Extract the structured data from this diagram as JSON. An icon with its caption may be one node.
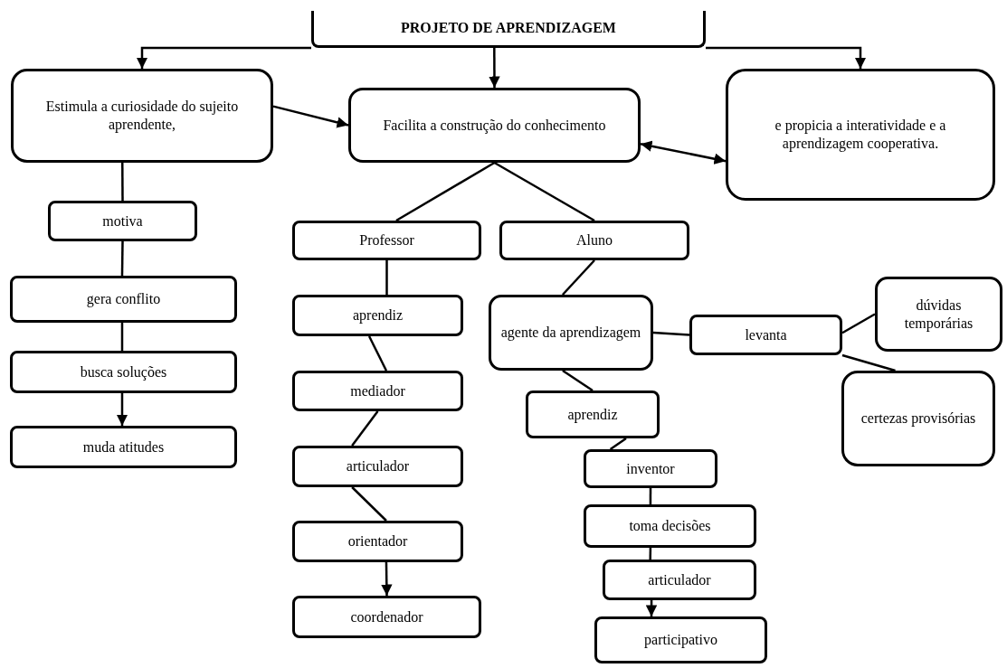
{
  "diagram": {
    "nodes": [
      {
        "text": [
          "PROJETO DE APRENDIZAGEM"
        ]
      },
      {
        "text": [
          "Estimula a curiosidade do sujeito aprendente,"
        ]
      },
      {
        "text": [
          "Facilita a construção do conhecimento"
        ]
      },
      {
        "text": [
          "e propicia a interatividade e a aprendizagem cooperativa."
        ]
      },
      {
        "text": [
          "motiva"
        ]
      },
      {
        "text": [
          "gera conflito"
        ]
      },
      {
        "text": [
          "busca soluções"
        ]
      },
      {
        "text": [
          "muda atitudes"
        ]
      },
      {
        "text": [
          "Professor"
        ]
      },
      {
        "text": [
          "Aluno"
        ]
      },
      {
        "text": [
          "aprendiz"
        ]
      },
      {
        "text": [
          "mediador"
        ]
      },
      {
        "text": [
          "articulador"
        ]
      },
      {
        "text": [
          "orientador"
        ]
      },
      {
        "text": [
          "coordenador"
        ]
      },
      {
        "text": [
          "agente da aprendizagem"
        ]
      },
      {
        "text": [
          "levanta"
        ]
      },
      {
        "text": [
          "dúvidas temporárias"
        ]
      },
      {
        "text": [
          "certezas provisórias"
        ]
      },
      {
        "text": [
          "aprendiz"
        ]
      },
      {
        "text": [
          "inventor"
        ]
      },
      {
        "text": [
          "toma decisões"
        ]
      },
      {
        "text": [
          "articulador"
        ]
      },
      {
        "text": [
          "participativo"
        ]
      }
    ],
    "edges": [
      {
        "from": 0,
        "to": 1,
        "arrow": "to"
      },
      {
        "from": 0,
        "to": 2,
        "arrow": "to"
      },
      {
        "from": 0,
        "to": 3,
        "arrow": "to"
      },
      {
        "from": 1,
        "to": 2,
        "arrow": "to"
      },
      {
        "from": 2,
        "to": 3,
        "arrow": "both"
      },
      {
        "from": 1,
        "to": 4,
        "arrow": "none"
      },
      {
        "from": 4,
        "to": 5,
        "arrow": "none"
      },
      {
        "from": 5,
        "to": 6,
        "arrow": "none"
      },
      {
        "from": 6,
        "to": 7,
        "arrow": "to"
      },
      {
        "from": 2,
        "to": 8,
        "arrow": "none"
      },
      {
        "from": 2,
        "to": 9,
        "arrow": "none"
      },
      {
        "from": 8,
        "to": 10,
        "arrow": "none"
      },
      {
        "from": 10,
        "to": 11,
        "arrow": "none"
      },
      {
        "from": 11,
        "to": 12,
        "arrow": "none"
      },
      {
        "from": 12,
        "to": 13,
        "arrow": "none"
      },
      {
        "from": 13,
        "to": 14,
        "arrow": "to"
      },
      {
        "from": 9,
        "to": 15,
        "arrow": "none"
      },
      {
        "from": 15,
        "to": 16,
        "arrow": "none"
      },
      {
        "from": 16,
        "to": 17,
        "arrow": "none"
      },
      {
        "from": 16,
        "to": 18,
        "arrow": "none"
      },
      {
        "from": 15,
        "to": 19,
        "arrow": "none"
      },
      {
        "from": 19,
        "to": 20,
        "arrow": "none"
      },
      {
        "from": 20,
        "to": 21,
        "arrow": "none"
      },
      {
        "from": 21,
        "to": 22,
        "arrow": "none"
      },
      {
        "from": 22,
        "to": 23,
        "arrow": "to"
      }
    ]
  }
}
